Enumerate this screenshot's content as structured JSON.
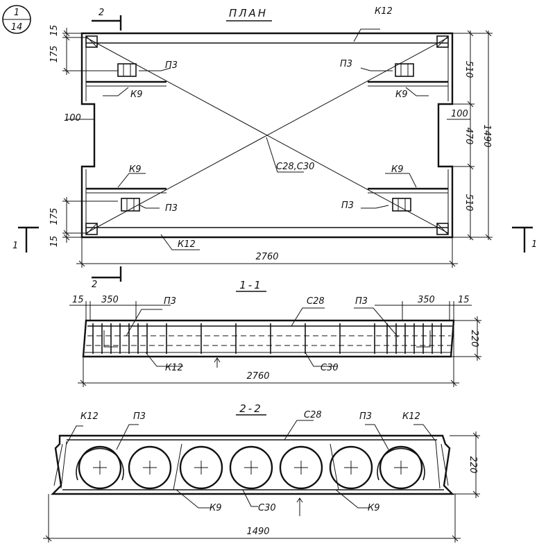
{
  "badge": {
    "top": "1",
    "bottom": "14"
  },
  "plan": {
    "title": "ПЛАН",
    "labels": {
      "k12_top": "К12",
      "k12_bottom": "К12",
      "p3_tl": "П3",
      "p3_tr": "П3",
      "p3_bl": "П3",
      "p3_br": "П3",
      "k9_tl": "К9",
      "k9_tr": "К9",
      "k9_bl": "К9",
      "k9_br": "К9",
      "c28c30": "С28,С30"
    },
    "dims": {
      "top15": "15",
      "top175": "175",
      "left100": "100",
      "bot175": "175",
      "bot15": "15",
      "right510a": "510",
      "right100": "100",
      "right470": "470",
      "right1490": "1490",
      "right510b": "510",
      "length": "2760"
    },
    "cut2_top": "2",
    "cut2_bottom": "2",
    "cut1_left": "1",
    "cut1_right": "1"
  },
  "section11": {
    "title": "1-1",
    "labels": {
      "p3_left": "П3",
      "c28": "С28",
      "p3_right": "П3",
      "k12": "К12",
      "c30": "С30"
    },
    "dims": {
      "left15": "15",
      "left350": "350",
      "right350": "350",
      "right15": "15",
      "height": "220",
      "length": "2760"
    }
  },
  "section22": {
    "title": "2-2",
    "labels": {
      "k12_left": "К12",
      "p3_left": "П3",
      "c28": "С28",
      "p3_right": "П3",
      "k12_right": "К12",
      "k9_left": "К9",
      "c30": "С30",
      "k9_right": "К9"
    },
    "dims": {
      "height": "220",
      "width": "1490"
    }
  }
}
